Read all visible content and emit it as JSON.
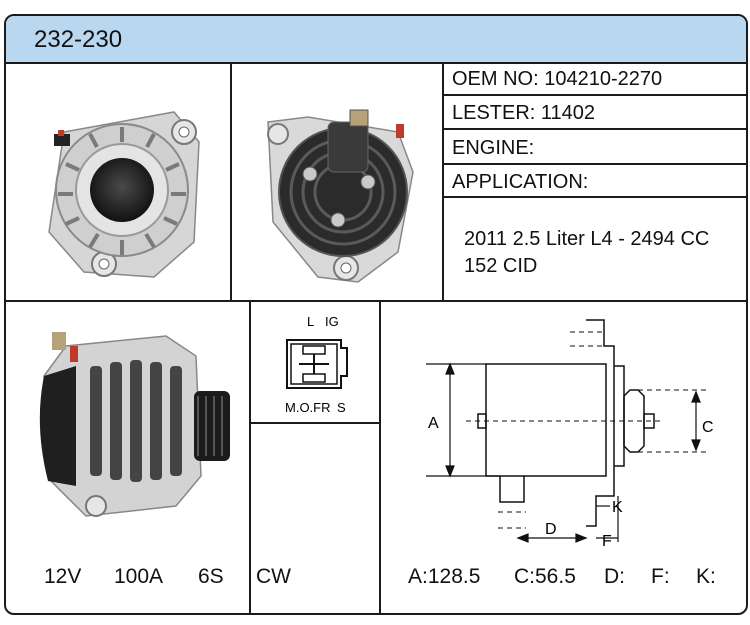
{
  "part_number": "232-230",
  "specs": {
    "oem": "OEM NO: 104210-2270",
    "lester": "LESTER: 11402",
    "engine": "ENGINE:",
    "application": "APPLICATION:"
  },
  "application_lines": [
    "2011 2.5 Liter L4 - 2494 CC",
    "152 CID"
  ],
  "electrical": {
    "voltage": "12V",
    "amperage": "100A",
    "grooves": "6S",
    "rotation": "CW"
  },
  "connector_labels": {
    "l": "L",
    "ig": "IG",
    "mofr": "M.O.FR",
    "s": "S"
  },
  "dimension_letters": {
    "a": "A",
    "c": "C",
    "d": "D",
    "f": "F",
    "k": "K"
  },
  "dimensions": {
    "a": "A:128.5",
    "c": "C:56.5",
    "d": "D:",
    "f": "F:",
    "k": "K:"
  },
  "colors": {
    "header_bg": "#b9d7ef",
    "border": "#1b1b1b"
  }
}
